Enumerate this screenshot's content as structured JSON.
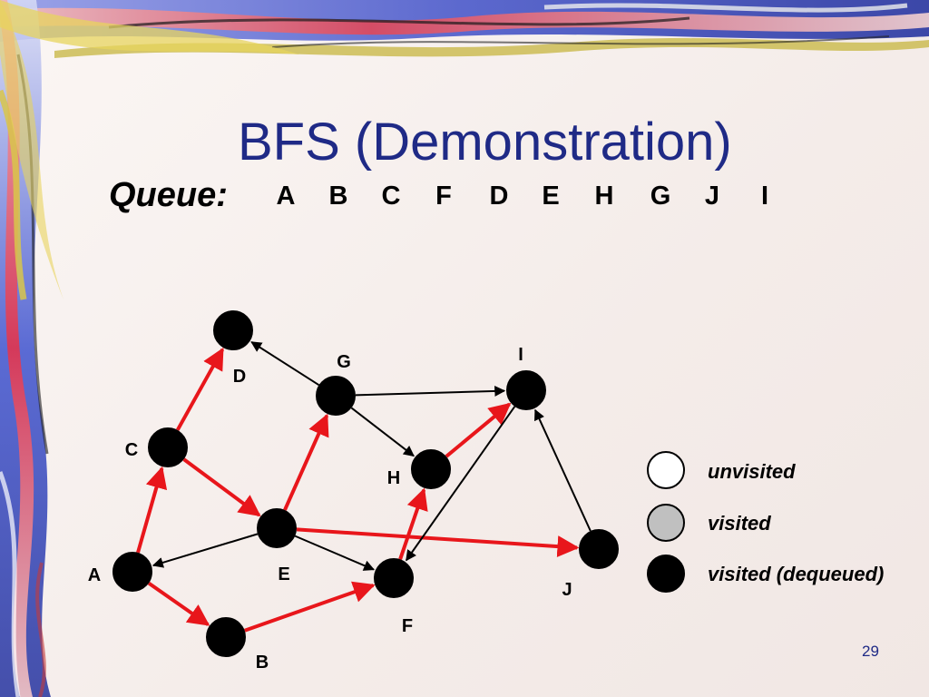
{
  "slide": {
    "title": "BFS (Demonstration)",
    "queue_label": "Queue:",
    "queue": [
      "A",
      "B",
      "C",
      "F",
      "D",
      "E",
      "H",
      "G",
      "J",
      "I"
    ],
    "page_number": "29"
  },
  "graph": {
    "nodes": [
      {
        "id": "A",
        "label": "A",
        "state": "visited-dequeued"
      },
      {
        "id": "B",
        "label": "B",
        "state": "visited-dequeued"
      },
      {
        "id": "C",
        "label": "C",
        "state": "visited-dequeued"
      },
      {
        "id": "D",
        "label": "D",
        "state": "visited-dequeued"
      },
      {
        "id": "E",
        "label": "E",
        "state": "visited-dequeued"
      },
      {
        "id": "F",
        "label": "F",
        "state": "visited-dequeued"
      },
      {
        "id": "G",
        "label": "G",
        "state": "visited-dequeued"
      },
      {
        "id": "H",
        "label": "H",
        "state": "visited-dequeued"
      },
      {
        "id": "I",
        "label": "I",
        "state": "visited-dequeued"
      },
      {
        "id": "J",
        "label": "J",
        "state": "visited-dequeued"
      }
    ],
    "edges": [
      {
        "from": "A",
        "to": "C",
        "tree": true
      },
      {
        "from": "A",
        "to": "B",
        "tree": true
      },
      {
        "from": "C",
        "to": "D",
        "tree": true
      },
      {
        "from": "C",
        "to": "E",
        "tree": true
      },
      {
        "from": "B",
        "to": "F",
        "tree": true
      },
      {
        "from": "E",
        "to": "G",
        "tree": true
      },
      {
        "from": "E",
        "to": "J",
        "tree": true
      },
      {
        "from": "F",
        "to": "H",
        "tree": true
      },
      {
        "from": "H",
        "to": "I",
        "tree": true
      },
      {
        "from": "E",
        "to": "A",
        "tree": false
      },
      {
        "from": "E",
        "to": "F",
        "tree": false
      },
      {
        "from": "G",
        "to": "D",
        "tree": false
      },
      {
        "from": "G",
        "to": "I",
        "tree": false
      },
      {
        "from": "G",
        "to": "H",
        "tree": false
      },
      {
        "from": "I",
        "to": "F",
        "tree": false
      },
      {
        "from": "J",
        "to": "I",
        "tree": false
      }
    ],
    "colors": {
      "tree_edge": "#e8161b",
      "other_edge": "#000000",
      "node_dequeued": "#000000",
      "node_visited": "#c0c0c0",
      "node_unvisited": "#ffffff"
    }
  },
  "legend": {
    "items": [
      {
        "state": "unvisited",
        "label": "unvisited",
        "fill": "#ffffff"
      },
      {
        "state": "visited",
        "label": "visited",
        "fill": "#c0c0c0"
      },
      {
        "state": "visited-dequeued",
        "label": "visited (dequeued)",
        "fill": "#000000"
      }
    ]
  }
}
